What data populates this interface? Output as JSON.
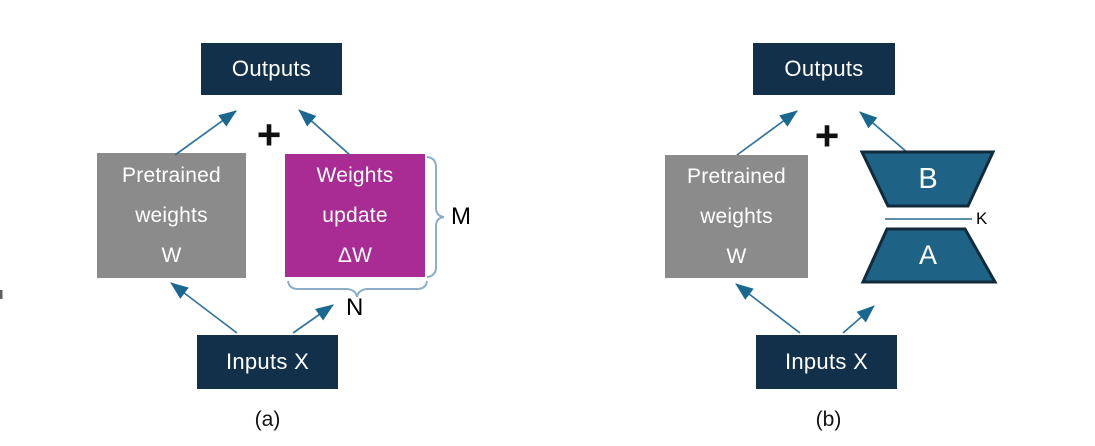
{
  "figure": {
    "caption_a": "(a)",
    "caption_b": "(b)"
  },
  "diagram_a": {
    "outputs": "Outputs",
    "plus": "+",
    "pretrained_weights": {
      "line1": "Pretrained",
      "line2": "weights",
      "line3": "W"
    },
    "weights_update": {
      "line1": "Weights",
      "line2": "update",
      "line3": "ΔW"
    },
    "inputs": "Inputs X",
    "dim_rows": "M",
    "dim_cols": "N"
  },
  "diagram_b": {
    "outputs": "Outputs",
    "plus": "+",
    "pretrained_weights": {
      "line1": "Pretrained",
      "line2": "weights",
      "line3": "W"
    },
    "matrix_b": "B",
    "matrix_a": "A",
    "dim_rank": "K",
    "inputs": "Inputs X"
  },
  "colors": {
    "navy_box": "#13304A",
    "gray_box": "#8B8B8B",
    "magenta_box": "#A92C95",
    "teal_trapezoid": "#1E6386",
    "trapezoid_border": "#122B3C",
    "arrow_line": "#31749E",
    "arrowhead": "#1A688F",
    "brace": "#8CAEC6",
    "rank_line": "#256A8C",
    "text_on_box": "#FFFFFF",
    "text_dark": "#000000"
  }
}
